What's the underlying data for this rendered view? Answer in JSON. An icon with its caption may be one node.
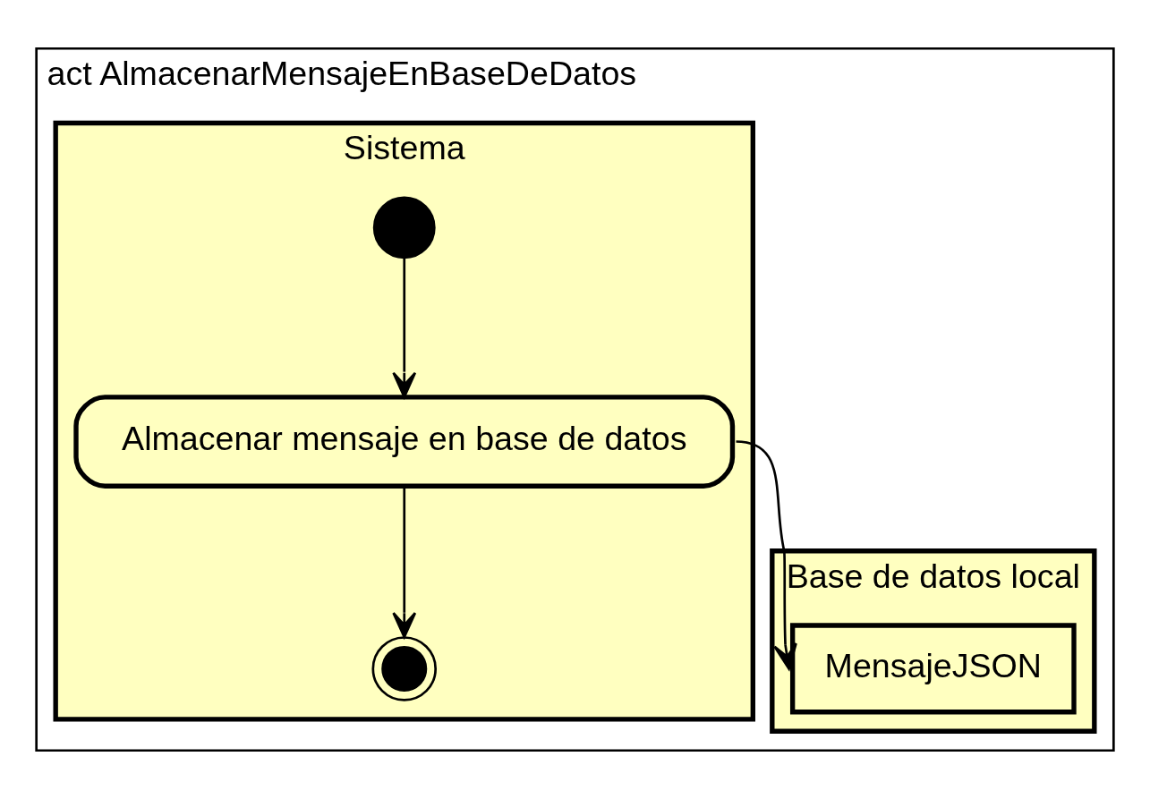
{
  "diagram": {
    "nodes": [
      {
        "text": [
          "act AlmacenarMensajeEnBaseDeDatos"
        ]
      },
      {
        "text": [
          "Sistema"
        ],
        "in": 0
      },
      {
        "text": [
          "Base de datos local"
        ],
        "in": 0
      },
      {
        "text": [],
        "shape": "circle",
        "in": 1
      },
      {
        "text": [
          "Almacenar mensaje en base de datos"
        ],
        "in": 1
      },
      {
        "text": [],
        "shape": "circle",
        "in": 1
      },
      {
        "text": [
          "MensajeJSON"
        ],
        "in": 2
      }
    ],
    "edges": [
      {
        "from": 3,
        "to": 4,
        "arrow": "to"
      },
      {
        "from": 4,
        "to": 6,
        "arrow": "to"
      },
      {
        "from": 4,
        "to": 5,
        "arrow": "to"
      }
    ]
  }
}
